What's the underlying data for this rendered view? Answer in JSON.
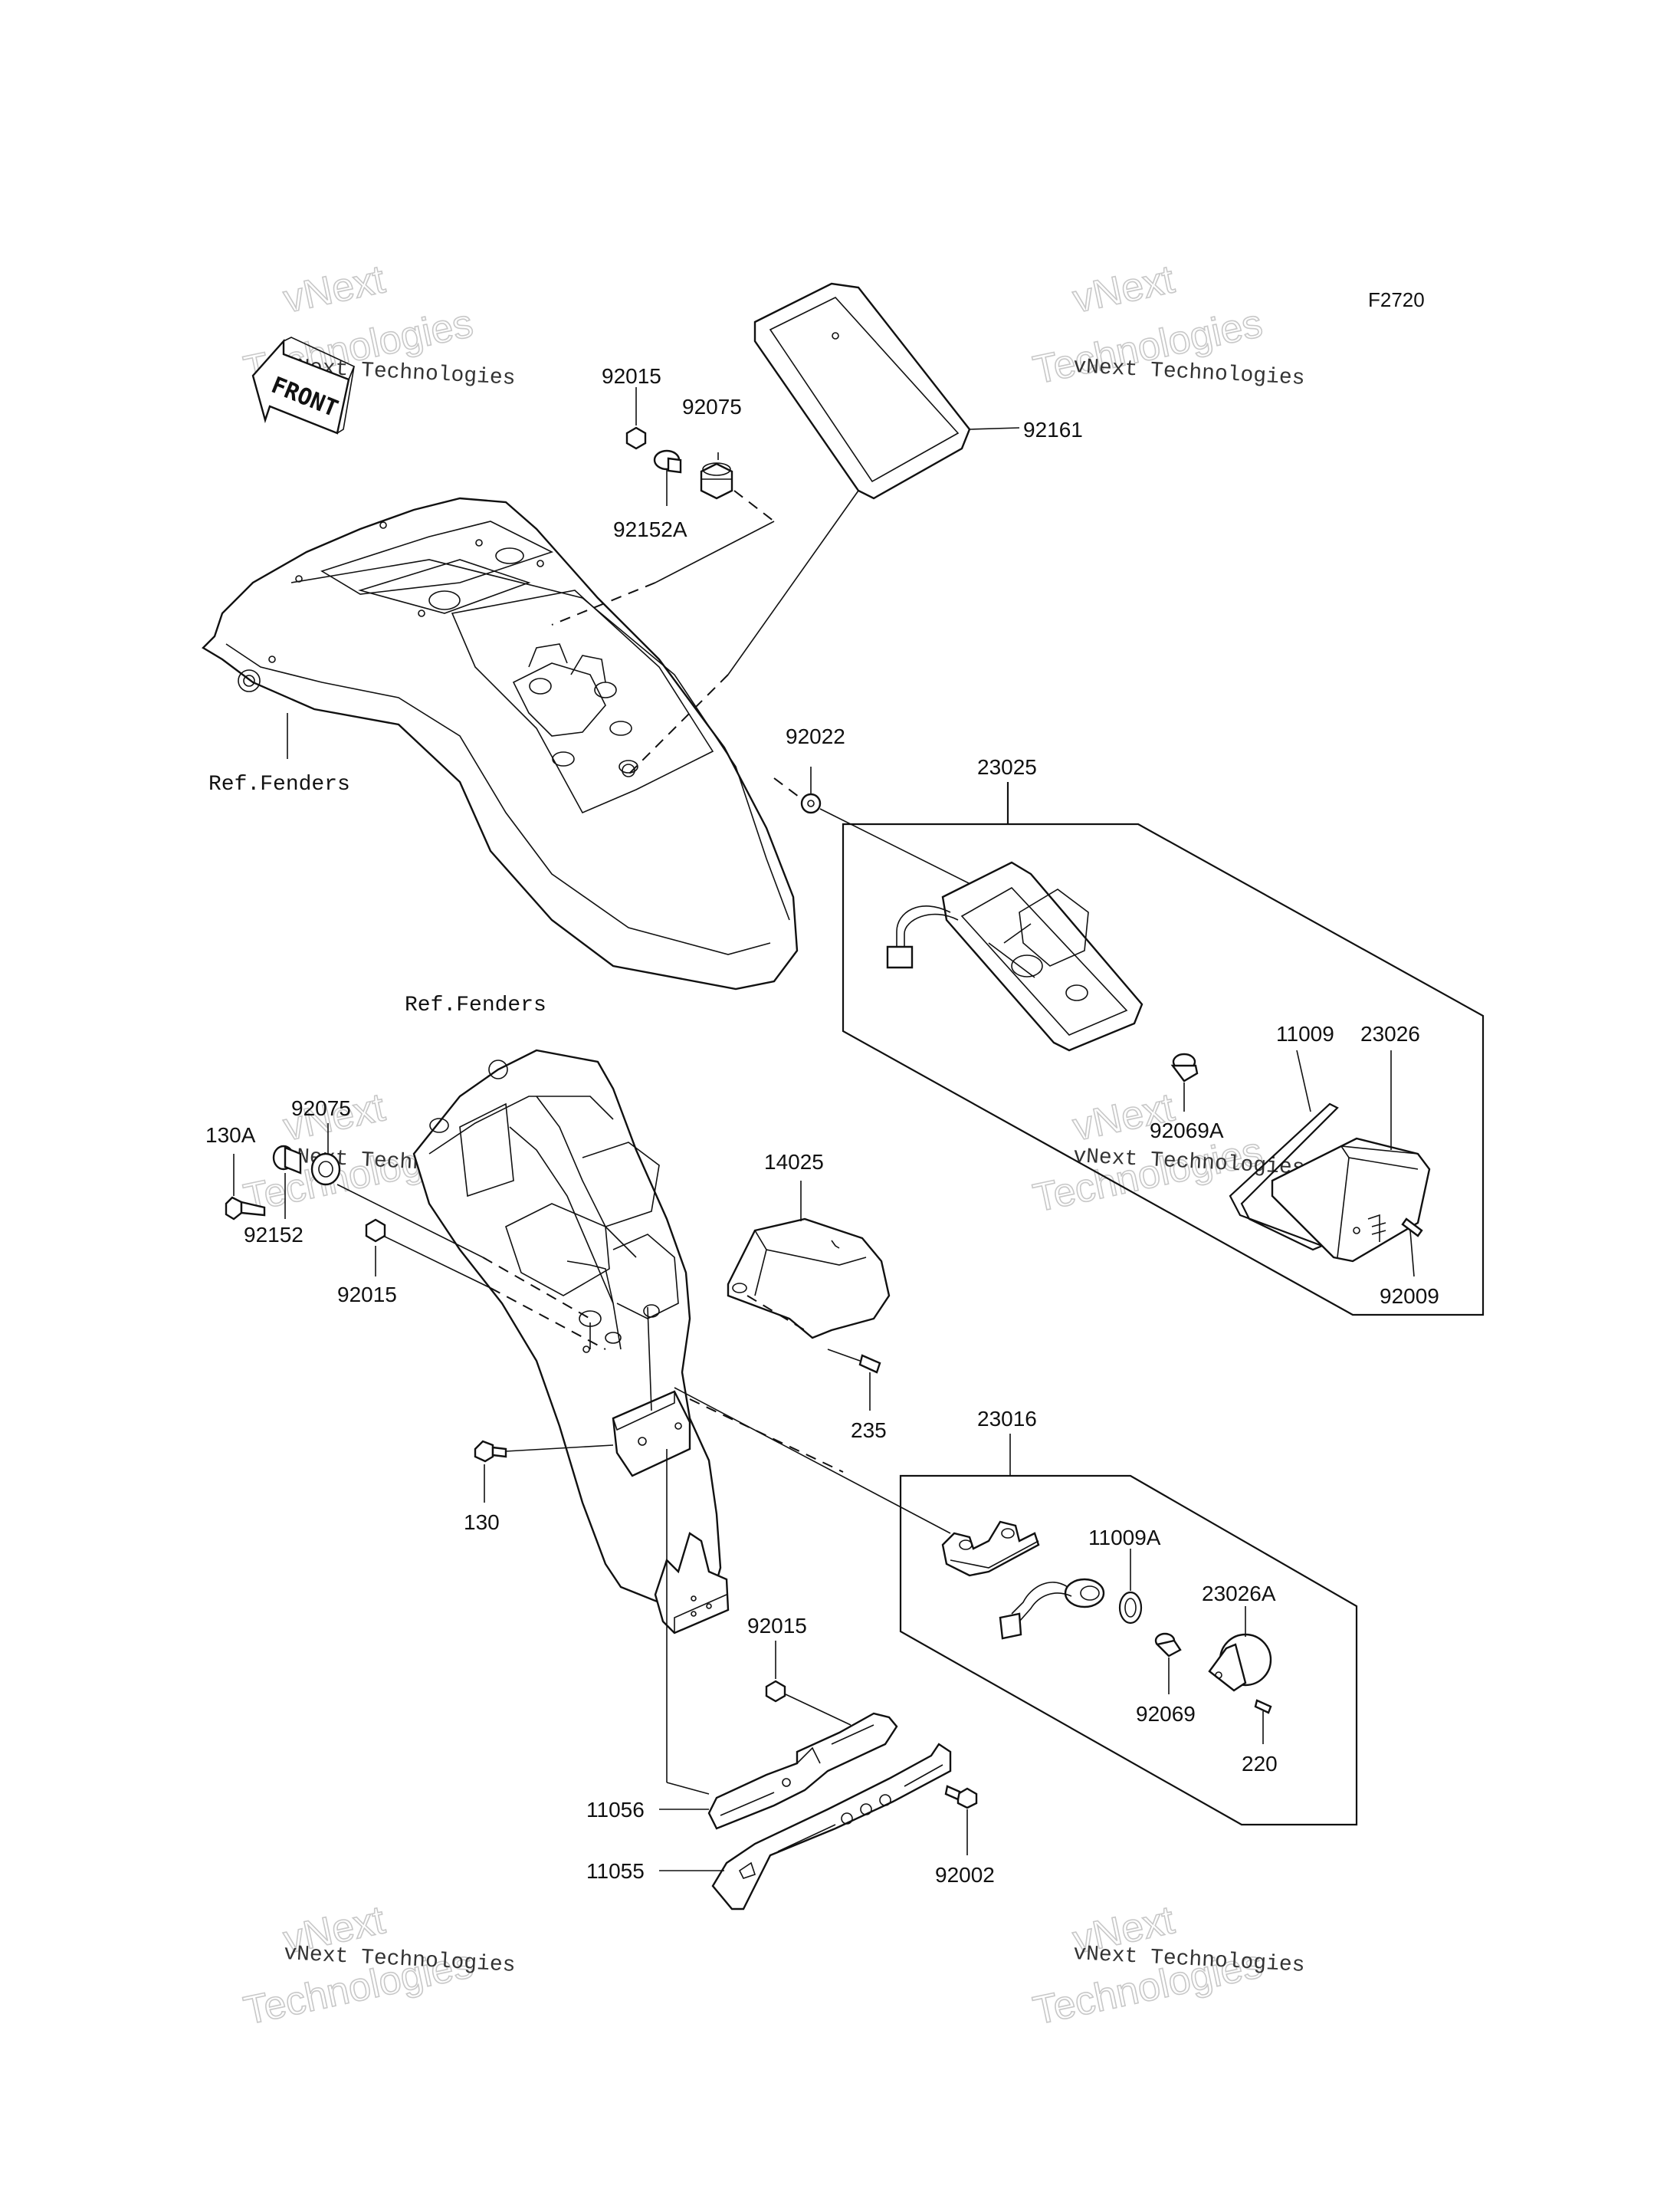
{
  "diagram_code": "F2720",
  "front_label": "FRONT",
  "watermark": {
    "line1": "vNext Technologies",
    "big_top": "vNext",
    "big_bottom": "Technologies"
  },
  "refs": {
    "fenders_top": "Ref.Fenders",
    "fenders_bottom": "Ref.Fenders"
  },
  "parts": {
    "p92015_top": "92015",
    "p92075_top": "92075",
    "p92152A": "92152A",
    "p92161": "92161",
    "p92022": "92022",
    "p23025": "23025",
    "p11009": "11009",
    "p23026": "23026",
    "p92069A": "92069A",
    "p92009": "92009",
    "p130A": "130A",
    "p92075_mid": "92075",
    "p92152": "92152",
    "p92015_mid": "92015",
    "p14025": "14025",
    "p235": "235",
    "p130": "130",
    "p23016": "23016",
    "p11009A": "11009A",
    "p23026A": "23026A",
    "p92069": "92069",
    "p220": "220",
    "p92015_low": "92015",
    "p11056": "11056",
    "p11055": "11055",
    "p92002": "92002"
  }
}
